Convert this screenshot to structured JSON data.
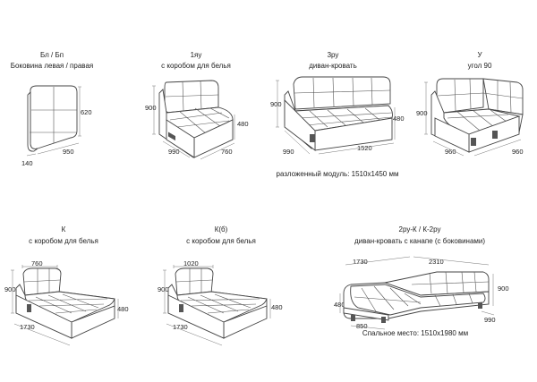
{
  "modules": [
    {
      "code": "Бл / Бп",
      "name": "Боковина левая / правая",
      "dims": {
        "height": "620",
        "depth": "950",
        "width": "140"
      }
    },
    {
      "code": "1яу",
      "name": "с коробом для белья",
      "dims": {
        "height": "900",
        "depth": "990",
        "width": "760",
        "seat": "480"
      }
    },
    {
      "code": "3ру",
      "name": "диван-кровать",
      "dims": {
        "height": "900",
        "depth": "990",
        "width": "1520",
        "seat": "480"
      },
      "note": "разложенный модуль: 1510х1450 мм"
    },
    {
      "code": "У",
      "name": "угол 90",
      "dims": {
        "height": "900",
        "depth": "960",
        "width": "960"
      }
    },
    {
      "code": "К",
      "name": "с коробом для белья",
      "dims": {
        "width": "760",
        "height": "900",
        "length": "1730",
        "seat": "480"
      }
    },
    {
      "code": "К(б)",
      "name": "с коробом для белья",
      "dims": {
        "width": "1020",
        "height": "900",
        "length": "1730",
        "seat": "480"
      }
    },
    {
      "code": "2ру-К / К-2ру",
      "name": "диван-кровать с канапе (с боковинами)",
      "dims": {
        "length": "1730",
        "width": "2310",
        "height": "900",
        "seat": "480",
        "base": "850",
        "depth": "990"
      },
      "note": "Спальное место: 1510х1980 мм"
    }
  ]
}
